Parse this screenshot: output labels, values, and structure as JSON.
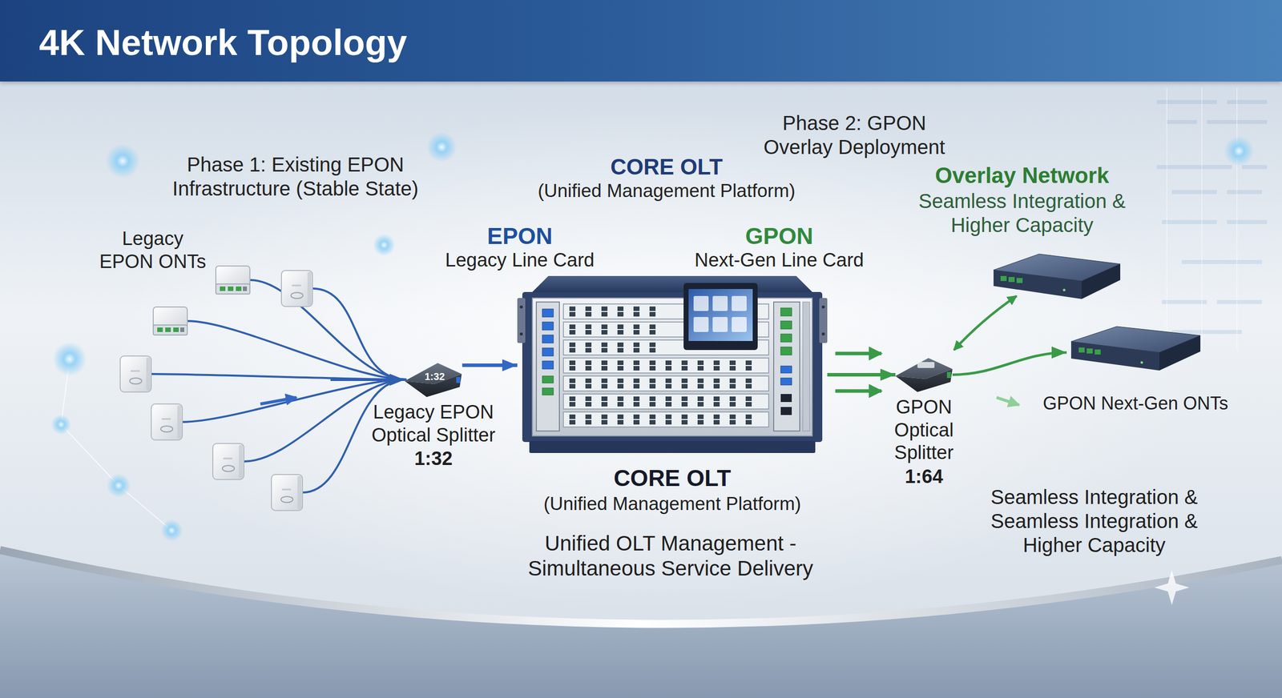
{
  "diagram": {
    "title": "4K Network Topology",
    "nodes": [
      {
        "text": [
          "Legacy EPON ONTs"
        ]
      },
      {
        "text": [
          "1:32",
          "Legacy EPON Optical Splitter",
          "1:32"
        ]
      },
      {
        "text": [
          "CORE OLT",
          "(Unified Management Platform)"
        ]
      },
      {
        "text": [
          "GPON Optical Splitter",
          "1:64"
        ]
      },
      {
        "text": [
          "GPON Next-Gen ONTs"
        ]
      }
    ],
    "edges": [
      {
        "from": 0,
        "to": 1,
        "arrow": "to"
      },
      {
        "from": 1,
        "to": 2,
        "arrow": "to"
      },
      {
        "from": 2,
        "to": 3,
        "arrow": "to"
      },
      {
        "from": 3,
        "to": 4,
        "arrow": "to"
      }
    ],
    "labels": [
      "Phase 1: Existing EPON Infrastructure (Stable State)",
      "CORE OLT",
      "(Unified Management Platform)",
      "Phase 2: GPON Overlay Deployment",
      "Overlay Network",
      "Seamless Integration & Higher Capacity",
      "EPON",
      "Legacy Line Card",
      "GPON",
      "Next-Gen Line Card",
      "Unified OLT Management - Simultaneous Service Delivery",
      "Seamless Integration & Seamless Integration & Higher Capacity"
    ]
  }
}
